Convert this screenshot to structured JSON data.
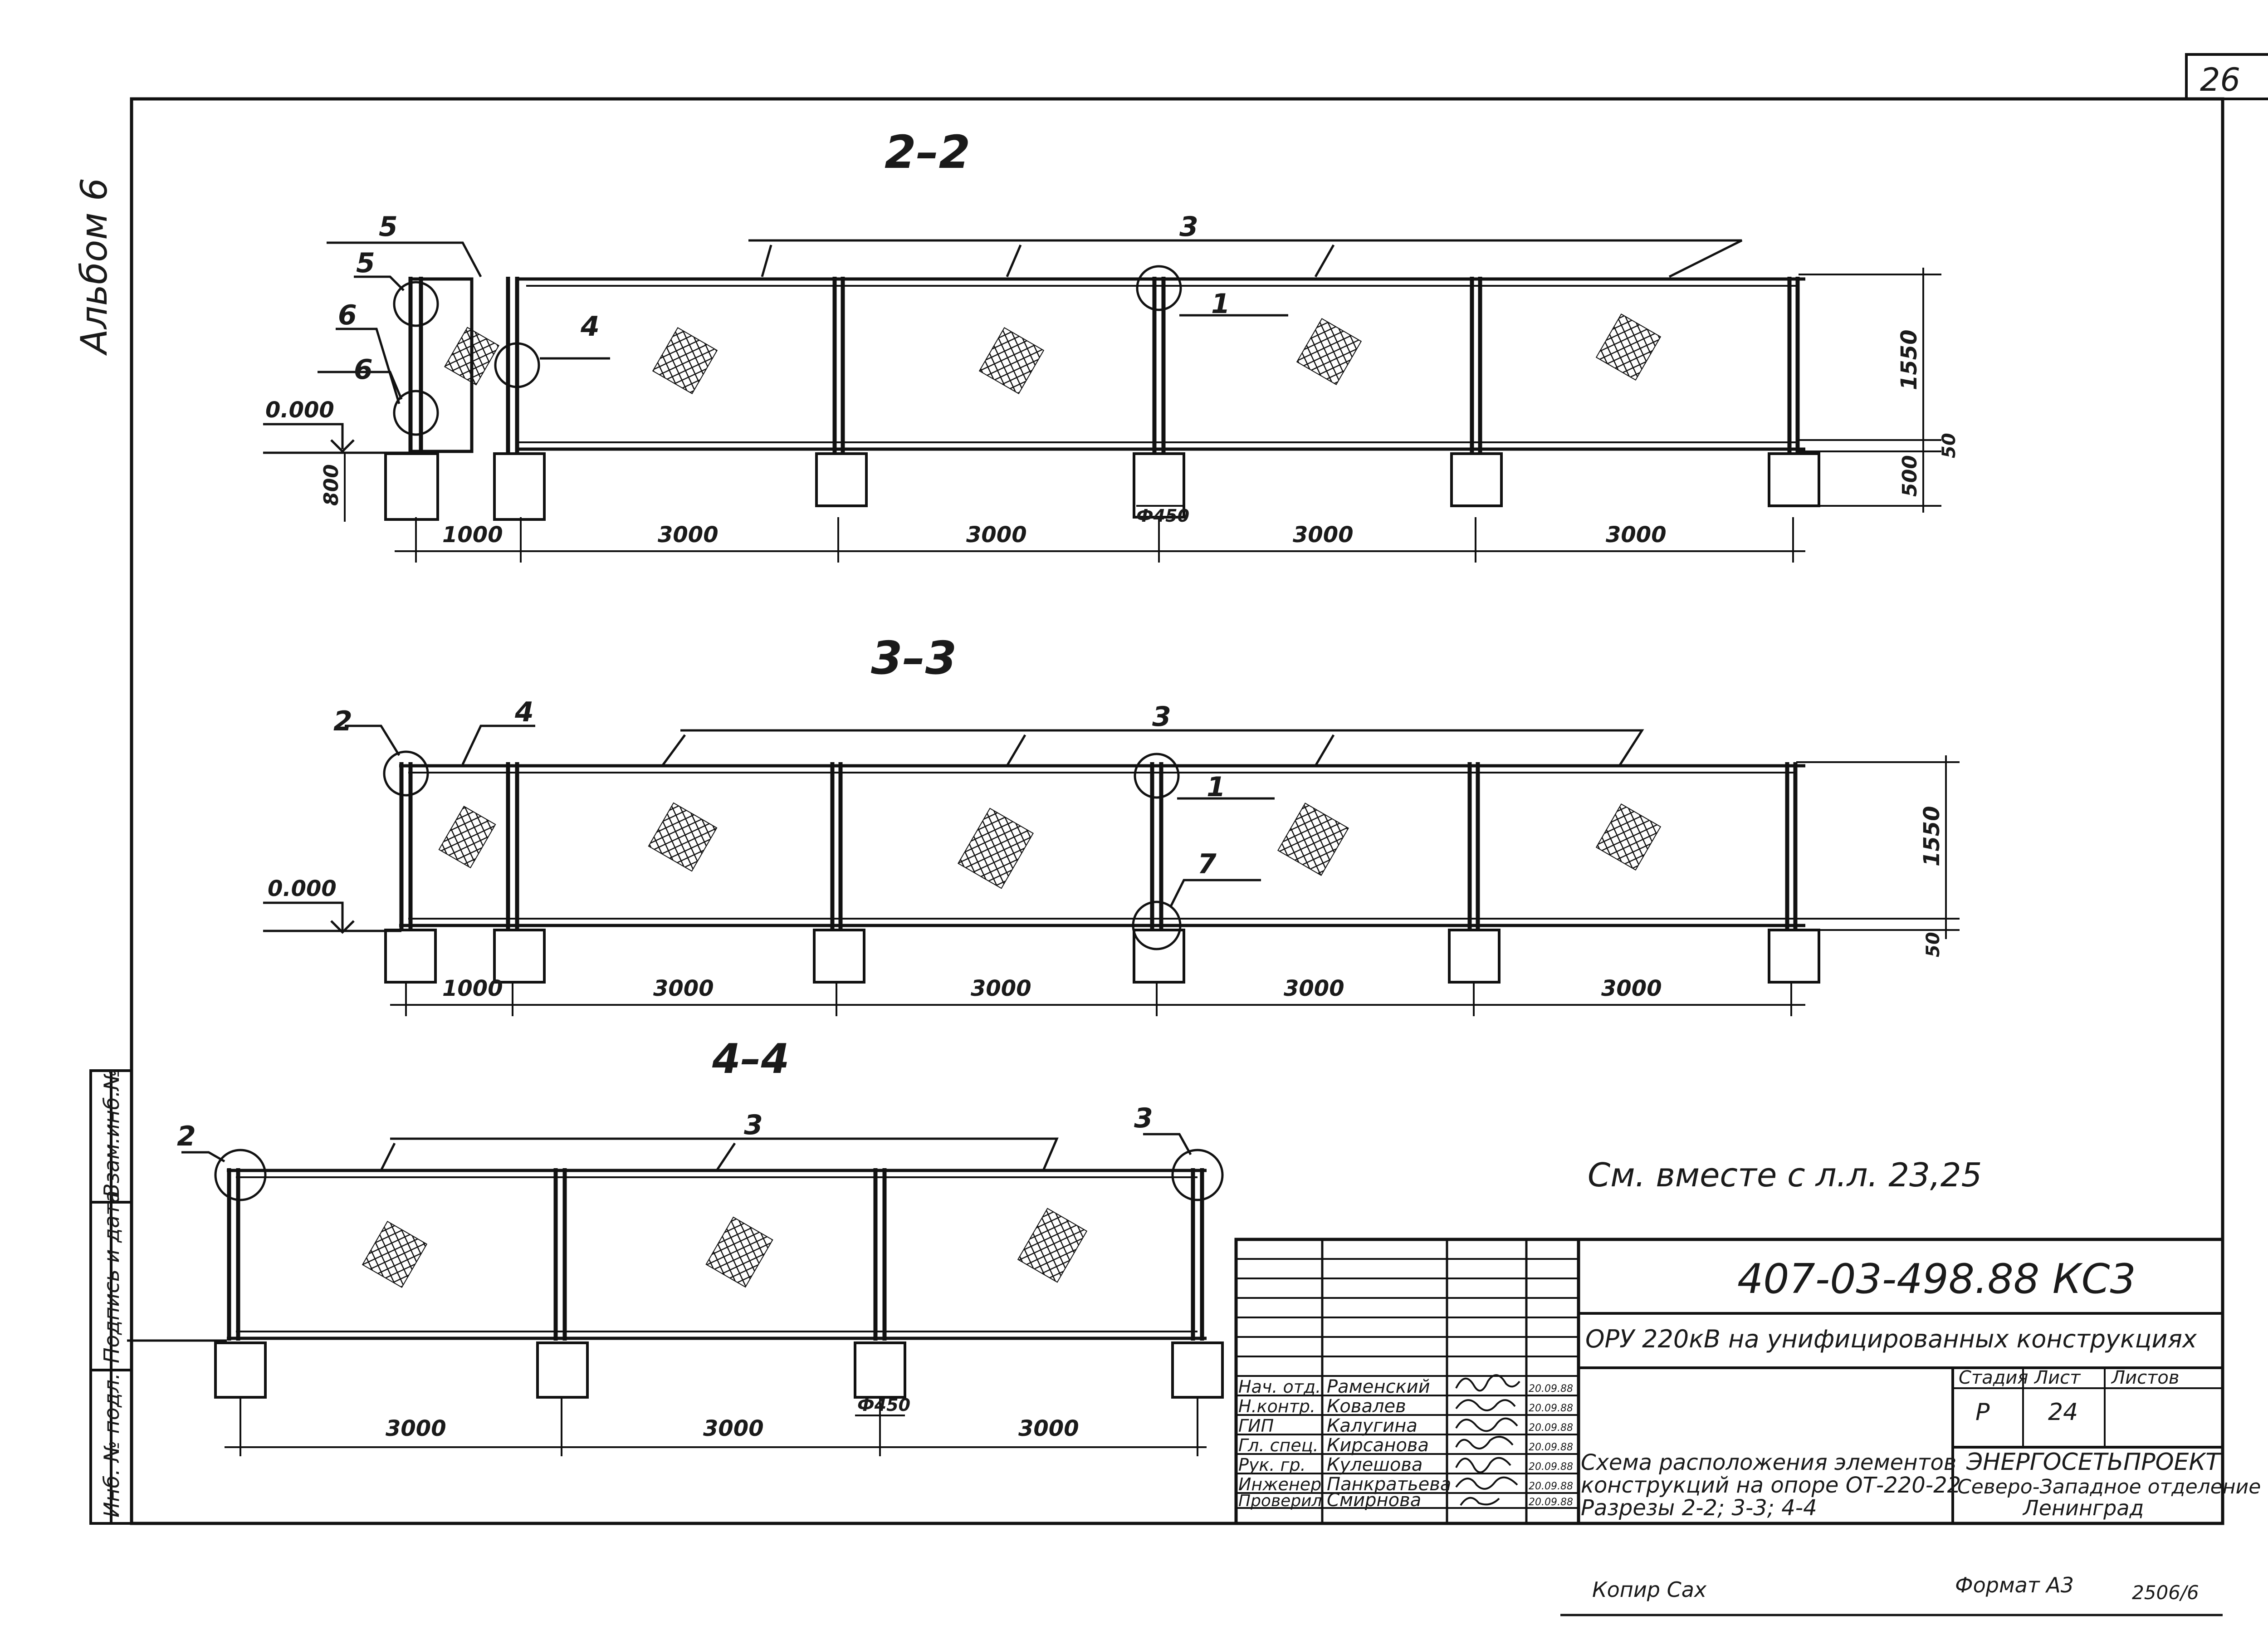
{
  "sheet": {
    "page_number": "26",
    "album_label": "Альбом 6",
    "note": "См. вместе с л.л. 23,25",
    "copy_label": "Копир Сах",
    "format_label": "Формат А3",
    "stamp_code": "2506/6"
  },
  "side_stamp": {
    "cells": [
      "Инб. № подл.",
      "Подпись и дата",
      "Взам.инб.№"
    ]
  },
  "sections": {
    "s22": {
      "title": "2–2",
      "callouts": [
        "5",
        "5",
        "6",
        "6",
        "4",
        "3",
        "1"
      ],
      "level": "0.000",
      "dims": [
        "1000",
        "3000",
        "3000",
        "3000",
        "3000"
      ],
      "vdims": [
        "1550",
        "50",
        "500",
        "800"
      ],
      "diameter": "Ф450"
    },
    "s33": {
      "title": "3–3",
      "callouts": [
        "2",
        "4",
        "3",
        "1",
        "7"
      ],
      "level": "0.000",
      "dims": [
        "1000",
        "3000",
        "3000",
        "3000",
        "3000"
      ],
      "vdims": [
        "1550",
        "50"
      ]
    },
    "s44": {
      "title": "4–4",
      "callouts": [
        "2",
        "3",
        "3"
      ],
      "dims": [
        "3000",
        "3000",
        "3000"
      ],
      "diameter": "Ф450"
    }
  },
  "title_block": {
    "code": "407-03-498.88 КС3",
    "project": "ОРУ 220кВ на унифицированных конструкциях",
    "drawing_title_1": "Схема расположения элементов",
    "drawing_title_2": "конструкций на опоре ОТ-220-22",
    "drawing_title_3": "Разрезы 2-2; 3-3; 4-4",
    "headers": {
      "stage": "Стадия",
      "sheet": "Лист",
      "sheets": "Листов"
    },
    "values": {
      "stage": "Р",
      "sheet": "24",
      "sheets": ""
    },
    "org_1": "ЭНЕРГОСЕТЬПРОЕКТ",
    "org_2": "Северо-Западное отделение",
    "org_3": "Ленинград",
    "staff": [
      {
        "role": "Нач. отд.",
        "name": "Раменский",
        "date": "20.09.88"
      },
      {
        "role": "Н.контр.",
        "name": "Ковалев",
        "date": "20.09.88"
      },
      {
        "role": "ГИП",
        "name": "Калугина",
        "date": "20.09.88"
      },
      {
        "role": "Гл. спец.",
        "name": "Кирсанова",
        "date": "20.09.88"
      },
      {
        "role": "Рук. гр.",
        "name": "Кулешова",
        "date": "20.09.88"
      },
      {
        "role": "Инженер",
        "name": "Панкратьева",
        "date": "20.09.88"
      },
      {
        "role": "Проверил",
        "name": "Смирнова",
        "date": "20.09.88"
      }
    ]
  }
}
